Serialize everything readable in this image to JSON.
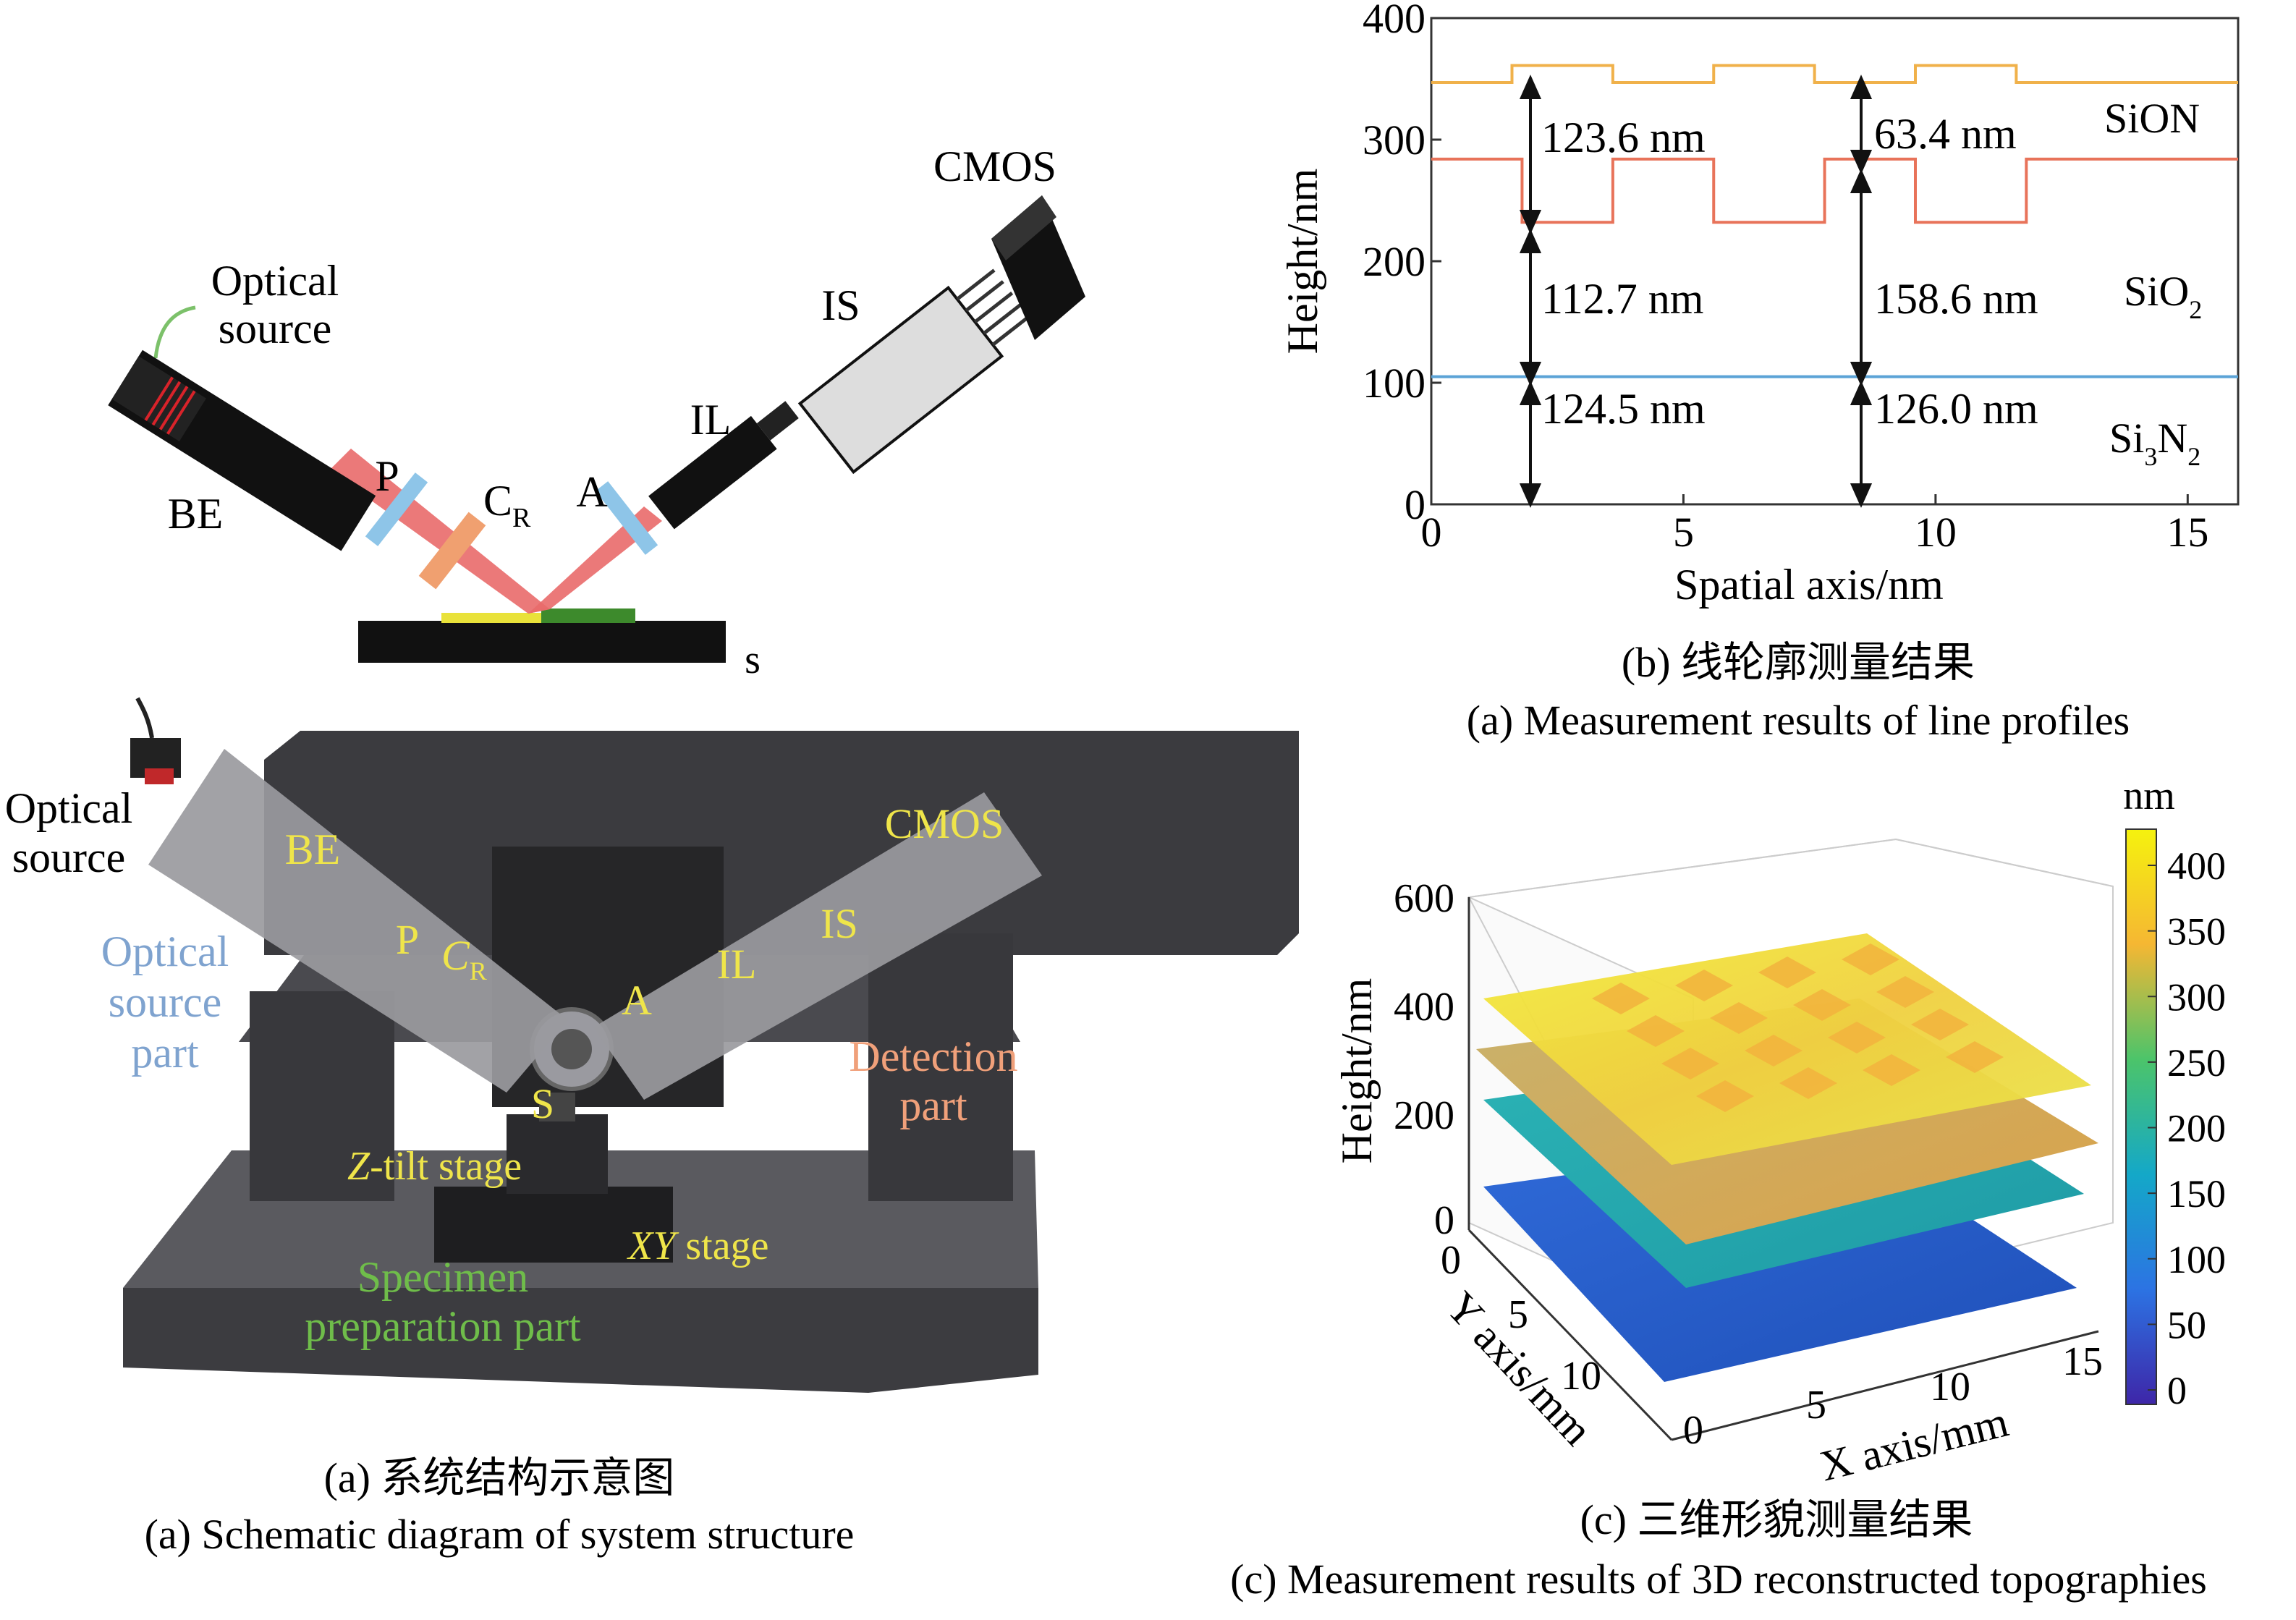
{
  "panel_a": {
    "schematic_labels": {
      "optical_source_1": "Optical",
      "optical_source_2": "source",
      "cmos": "CMOS",
      "is": "IS",
      "il": "IL",
      "be": "BE",
      "p": "P",
      "cr": "C",
      "cr_sub": "R",
      "a": "A",
      "s": "s"
    },
    "photo_labels": {
      "optical_source_1": "Optical",
      "optical_source_2": "source",
      "be": "BE",
      "p": "P",
      "cr": "C",
      "cr_sub": "R",
      "a": "A",
      "il": "IL",
      "is": "IS",
      "cmos": "CMOS",
      "s": "S",
      "ztilt_z": "Z",
      "ztilt_rest": "-tilt stage",
      "xy_xy": "XY",
      "xy_rest": " stage",
      "osp_1": "Optical",
      "osp_2": "source",
      "osp_3": "part",
      "det_1": "Detection",
      "det_2": "part",
      "spec_1": "Specimen",
      "spec_2": "preparation part"
    },
    "caption_cn": "(a) 系统结构示意图",
    "caption_en": "(a) Schematic diagram of system structure"
  },
  "panel_b": {
    "caption_cn": "(b) 线轮廓测量结果",
    "caption_en": "(a) Measurement results of line profiles",
    "annotations": {
      "d1": "123.6 nm",
      "d2": "63.4 nm",
      "d3": "112.7 nm",
      "d4": "158.6 nm",
      "d5": "124.5 nm",
      "d6": "126.0 nm",
      "sion": "SiON",
      "sio2": "SiO",
      "sio2_sub": "2",
      "si3n2_a": "Si",
      "si3n2_sub1": "3",
      "si3n2_b": "N",
      "si3n2_sub2": "2"
    },
    "colors": {
      "sion": "#f0b14a",
      "sio2": "#e8735a",
      "si3n2": "#5ba3d6"
    }
  },
  "chart_data": {
    "type": "line",
    "xlabel": "Spatial axis/nm",
    "ylabel": "Height/nm",
    "xlim": [
      0,
      16
    ],
    "ylim": [
      0,
      400
    ],
    "xticks": [
      "0",
      "5",
      "10",
      "15"
    ],
    "yticks": [
      "0",
      "100",
      "200",
      "300",
      "400"
    ],
    "series": [
      {
        "name": "SiON",
        "x": [
          0,
          1.6,
          1.6,
          3.6,
          3.6,
          5.6,
          5.6,
          7.6,
          7.6,
          9.6,
          9.6,
          11.6,
          11.6,
          16
        ],
        "y": [
          347,
          347,
          361,
          361,
          347,
          347,
          361,
          361,
          347,
          347,
          361,
          361,
          347,
          347
        ]
      },
      {
        "name": "SiO2",
        "x": [
          0,
          1.8,
          1.8,
          3.6,
          3.6,
          5.6,
          5.6,
          7.8,
          7.8,
          9.6,
          9.6,
          11.8,
          11.8,
          16
        ],
        "y": [
          284,
          284,
          232,
          232,
          284,
          284,
          232,
          232,
          284,
          284,
          232,
          232,
          284,
          284
        ]
      },
      {
        "name": "Si3N2",
        "x": [
          0,
          16
        ],
        "y": [
          105,
          105
        ]
      }
    ]
  },
  "panel_c": {
    "caption_cn": "(c) 三维形貌测量结果",
    "caption_en": "(c) Measurement results of 3D reconstructed topographies",
    "zlabel": "Height/nm",
    "zticks": [
      "0",
      "200",
      "400",
      "600"
    ],
    "ylabel": "Y axis/mm",
    "yticks": [
      "0",
      "5",
      "10"
    ],
    "xlabel": "X axis/mm",
    "xticks": [
      "0",
      "5",
      "10",
      "15"
    ],
    "colorbar_unit": "nm",
    "colorbar_ticks": [
      "400",
      "350",
      "300",
      "250",
      "200",
      "150",
      "100",
      "50",
      "0"
    ]
  }
}
